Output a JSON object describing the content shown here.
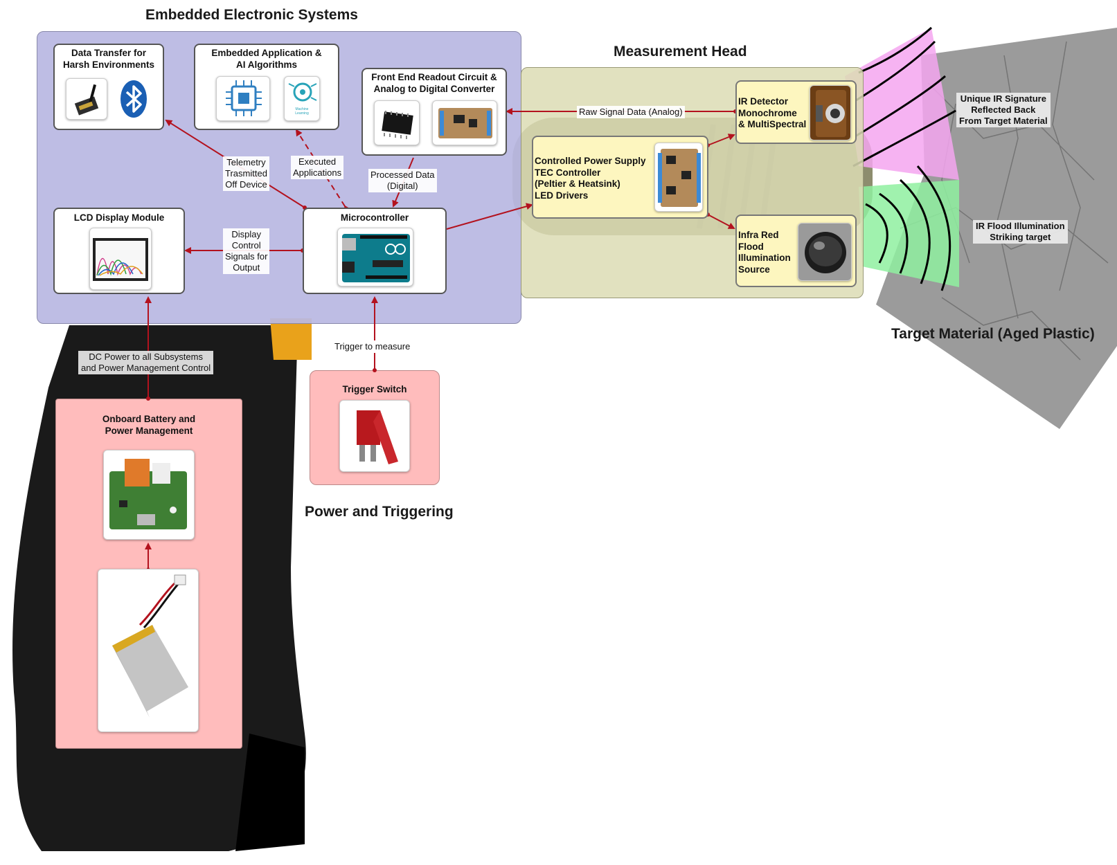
{
  "titles": {
    "embedded": "Embedded Electronic Systems",
    "measurement_head": "Measurement Head",
    "power_triggering": "Power and Triggering",
    "target": "Target Material (Aged Plastic)"
  },
  "blocks": {
    "data_transfer": "Data Transfer for\nHarsh Environments",
    "embedded_app": "Embedded Application &\nAI Algorithms",
    "machine_learning_icon_text": "Machine\nLearning",
    "front_end": "Front End Readout Circuit &\nAnalog to Digital Converter",
    "lcd": "LCD Display Module",
    "microcontroller": "Microcontroller",
    "ir_detector": "IR Detector\nMonochrome\n& MultiSpectral",
    "power_supply": "Controlled Power Supply\nTEC Controller\n(Peltier & Heatsink)\nLED Drivers",
    "ir_flood": "Infra Red\nFlood\nIllumination\nSource",
    "trigger_switch": "Trigger Switch",
    "battery": "Onboard Battery and\nPower Management"
  },
  "labels": {
    "raw_signal": "Raw Signal Data (Analog)",
    "telemetry": "Telemetry\nTrasmitted\nOff Device",
    "executed": "Executed\nApplications",
    "processed": "Processed Data\n(Digital)",
    "display_control": "Display\nControl\nSignals for\nOutput",
    "dc_power": "DC Power to all Subsystems\nand Power Management Control",
    "trigger_measure": "Trigger to measure",
    "unique_ir": "Unique IR Signature\nReflected Back\nFrom Target Material",
    "ir_flood_striking": "IR Flood Illumination\nStriking target"
  },
  "colors": {
    "embedded_panel": "#b9b8e2",
    "measurement_panel": "#dcdcb4",
    "power_panel": "#ffbcbc",
    "arrow": "#b3121e",
    "magenta_beam": "#f4a6f0",
    "green_beam": "#8ff0a0",
    "detector_box": "#fdf6bf"
  }
}
